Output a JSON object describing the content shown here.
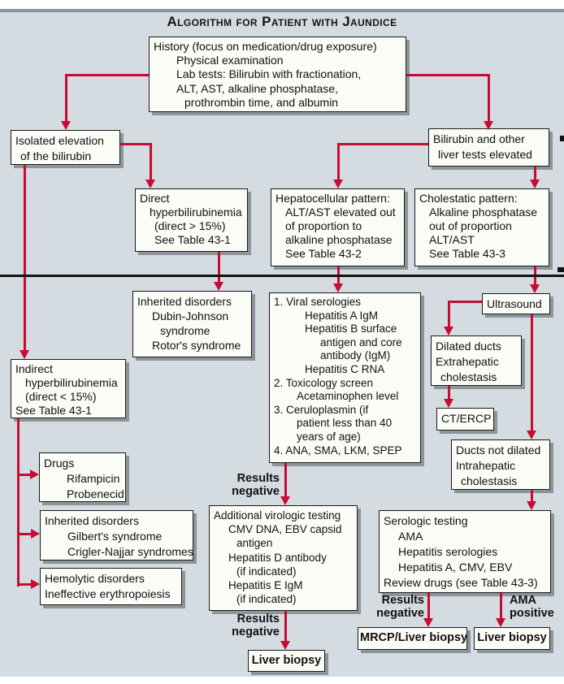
{
  "title": "Algorithm for Patient with Jaundice",
  "colors": {
    "background": "#d4dbe1",
    "box_fill": "#fcfcf6",
    "arrow_red": "#c60c32",
    "border_black": "#1a1a1a",
    "divider_black": "#111111",
    "shadow_gray": "#8d959b",
    "top_rule_gray": "#8e9598"
  },
  "boxes": {
    "history": {
      "lines": [
        "History (focus on medication/drug exposure)",
        "Physical examination",
        "Lab tests: Bilirubin with fractionation,",
        "ALT, AST, alkaline phosphatase,",
        "prothrombin time, and albumin"
      ]
    },
    "isolated": {
      "lines": [
        "Isolated elevation",
        "of the bilirubin"
      ]
    },
    "bilirubin_elevated": {
      "lines": [
        "Bilirubin and other",
        "liver tests elevated"
      ]
    },
    "direct_hyper": {
      "lines": [
        "Direct",
        "hyperbilirubinemia",
        "(direct > 15%)",
        "See Table 43-1"
      ]
    },
    "hepatocellular": {
      "lines": [
        "Hepatocellular pattern:",
        "ALT/AST elevated out",
        "of proportion to",
        "alkaline phosphatase",
        "See Table 43-2"
      ]
    },
    "cholestatic": {
      "lines": [
        "Cholestatic pattern:",
        "Alkaline phosphatase",
        "out of proportion",
        "ALT/AST",
        "See Table 43-3"
      ]
    },
    "dubin": {
      "lines": [
        "Inherited disorders",
        "Dubin-Johnson",
        "syndrome",
        "Rotor's syndrome"
      ]
    },
    "viral": {
      "lines": [
        "1. Viral serologies",
        "Hepatitis A IgM",
        "Hepatitis B surface",
        "antigen and core",
        "antibody (IgM)",
        "Hepatitis C RNA",
        "2. Toxicology screen",
        "Acetaminophen level",
        "3. Ceruloplasmin (if",
        "patient less than 40",
        "years of age)",
        "4. ANA, SMA, LKM, SPEP"
      ]
    },
    "ultrasound": {
      "lines": [
        "Ultrasound"
      ]
    },
    "dilated": {
      "lines": [
        "Dilated ducts",
        "Extrahepatic",
        "cholestasis"
      ]
    },
    "ct_ercp": {
      "lines": [
        "CT/ERCP"
      ]
    },
    "ducts_not_dilated": {
      "lines": [
        "Ducts not dilated",
        "Intrahepatic",
        "cholestasis"
      ]
    },
    "indirect_hyper": {
      "lines": [
        "Indirect",
        "hyperbilirubinemia",
        "(direct < 15%)",
        "See Table 43-1"
      ]
    },
    "drugs": {
      "lines": [
        "Drugs",
        "Rifampicin",
        "Probenecid"
      ]
    },
    "gilbert": {
      "lines": [
        "Inherited disorders",
        "Gilbert's syndrome",
        "Crigler-Najjar syndromes"
      ]
    },
    "hemolytic": {
      "lines": [
        "Hemolytic disorders",
        "Ineffective erythropoiesis"
      ]
    },
    "additional_virologic": {
      "lines": [
        "Additional virologic testing",
        "CMV DNA, EBV capsid",
        "antigen",
        "Hepatitis D antibody",
        "(if indicated)",
        "Hepatitis E IgM",
        "(if indicated)"
      ]
    },
    "serologic": {
      "lines": [
        "Serologic testing",
        "AMA",
        "Hepatitis serologies",
        "Hepatitis A, CMV, EBV",
        "Review drugs (see Table 43-3)"
      ]
    },
    "liver_biopsy_center": {
      "lines": [
        "Liver biopsy"
      ]
    },
    "mrcp_liver_biopsy": {
      "lines": [
        "MRCP/Liver biopsy"
      ]
    },
    "liver_biopsy_right": {
      "lines": [
        "Liver biopsy"
      ]
    }
  },
  "labels": {
    "results_negative_viral": [
      "Results",
      "negative"
    ],
    "results_negative_additional": [
      "Results",
      "negative"
    ],
    "results_negative_serologic": [
      "Results",
      "negative"
    ],
    "ama_positive": [
      "AMA",
      "positive"
    ]
  }
}
